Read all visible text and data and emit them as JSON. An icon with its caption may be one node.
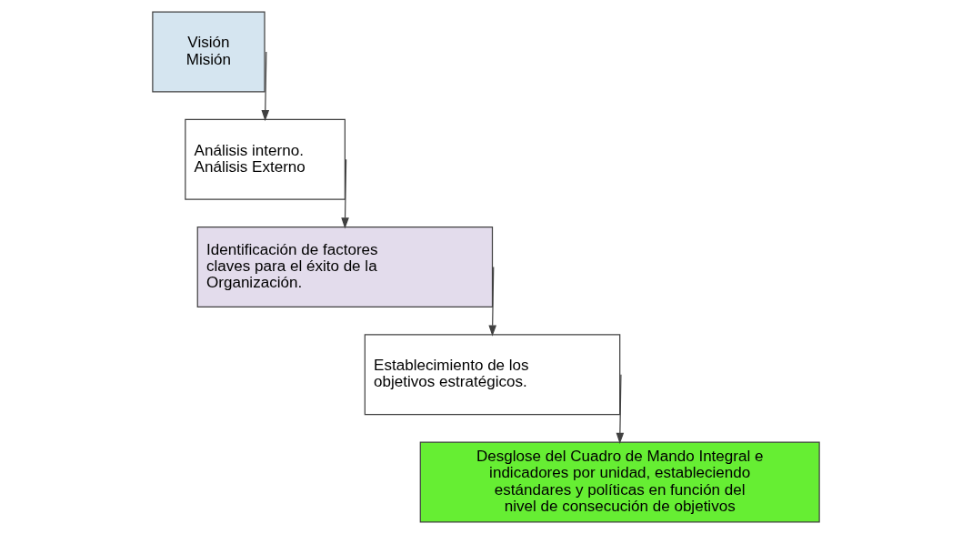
{
  "diagram": {
    "nodes": [
      {
        "text": [
          "Visión Misión"
        ]
      },
      {
        "text": [
          "Análisis interno. Análisis Externo"
        ]
      },
      {
        "text": [
          "Identificación de factores claves para el éxito de la Organización."
        ]
      },
      {
        "text": [
          "Establecimiento de los objetivos estratégicos."
        ]
      },
      {
        "text": [
          "Desglose del Cuadro de Mando Integral e indicadores por unidad, estableciendo estándares y políticas en función del nivel de consecución de objetivos"
        ]
      }
    ],
    "edges": [
      {
        "from": 0,
        "to": 1,
        "arrow": "to"
      },
      {
        "from": 1,
        "to": 2,
        "arrow": "to"
      },
      {
        "from": 2,
        "to": 3,
        "arrow": "to"
      },
      {
        "from": 3,
        "to": 4,
        "arrow": "to"
      }
    ]
  }
}
